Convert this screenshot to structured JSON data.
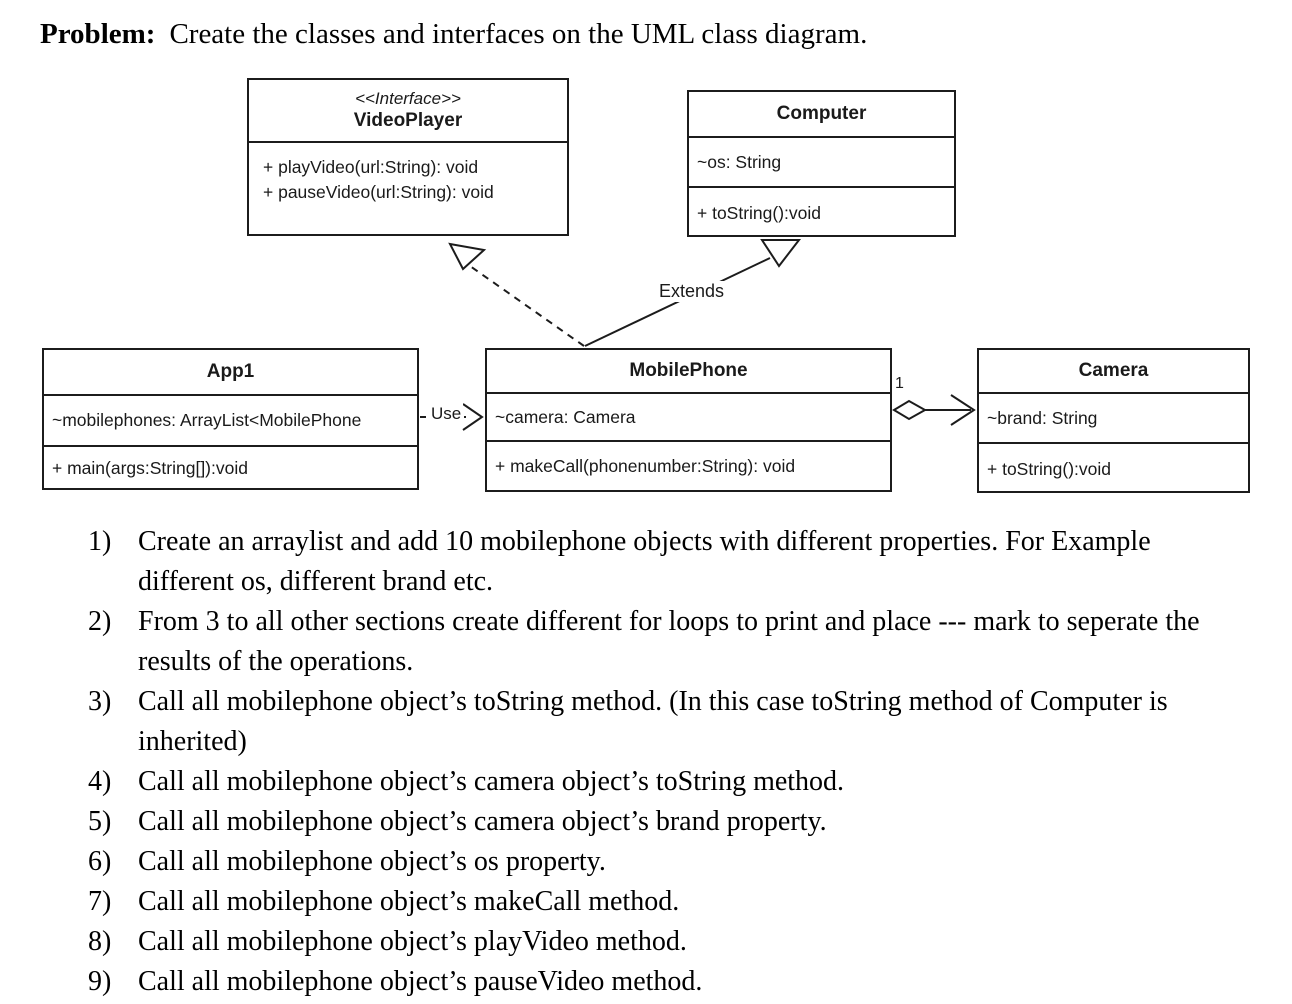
{
  "problem": {
    "label": "Problem:",
    "text": "Create the classes and interfaces on the UML class diagram."
  },
  "diagram": {
    "videoplayer": {
      "stereotype": "<<Interface>>",
      "name": "VideoPlayer",
      "methods": [
        "+ playVideo(url:String): void",
        "+ pauseVideo(url:String): void"
      ]
    },
    "computer": {
      "name": "Computer",
      "attributes": [
        "~os: String"
      ],
      "methods": [
        "+ toString():void"
      ]
    },
    "app1": {
      "name": "App1",
      "attributes": [
        "~mobilephones: ArrayList<MobilePhone"
      ],
      "methods": [
        "+ main(args:String[]):void"
      ]
    },
    "mobilephone": {
      "name": "MobilePhone",
      "attributes": [
        "~camera: Camera"
      ],
      "methods": [
        "+ makeCall(phonenumber:String): void"
      ]
    },
    "camera": {
      "name": "Camera",
      "attributes": [
        "~brand: String"
      ],
      "methods": [
        "+ toString():void"
      ]
    },
    "labels": {
      "extends": "Extends",
      "use": "Use",
      "multiplicity": "1"
    }
  },
  "tasks": [
    "Create an arraylist and add 10 mobilephone objects with different properties. For Example different os, different brand etc.",
    "From 3 to all other sections create different for loops to print and place --- mark to seperate the results of the operations.",
    "Call all mobilephone object’s toString method. (In this case toString method of Computer is inherited)",
    "Call all mobilephone object’s camera object’s toString method.",
    "Call all mobilephone object’s camera object’s brand property.",
    "Call all mobilephone object’s os property.",
    "Call all mobilephone object’s makeCall method.",
    "Call all mobilephone object’s playVideo method.",
    "Call all mobilephone object’s pauseVideo method."
  ]
}
